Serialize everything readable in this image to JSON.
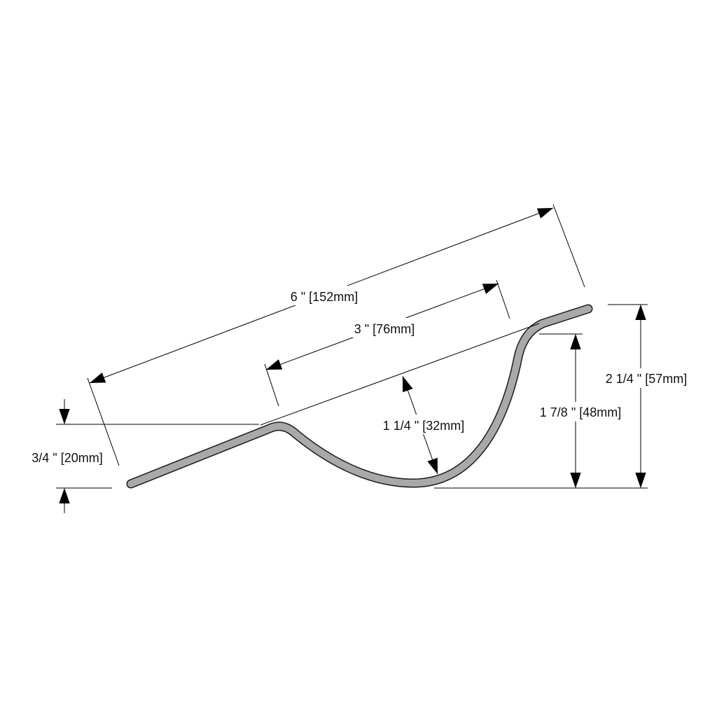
{
  "title": "Profile dimension drawing",
  "colors": {
    "profile_fill": "#a9a9a9",
    "profile_outline": "#1a1a1a",
    "lines": "#000000"
  },
  "dimensions": {
    "overall_length": "6 \" [152mm]",
    "pocket_width": "3 \" [76mm]",
    "pocket_depth": "1 1/4 \" [32mm]",
    "inner_height": "1 7/8 \" [48mm]",
    "overall_height": "2 1/4 \" [57mm]",
    "lip_height": "3/4 \" [20mm]"
  }
}
